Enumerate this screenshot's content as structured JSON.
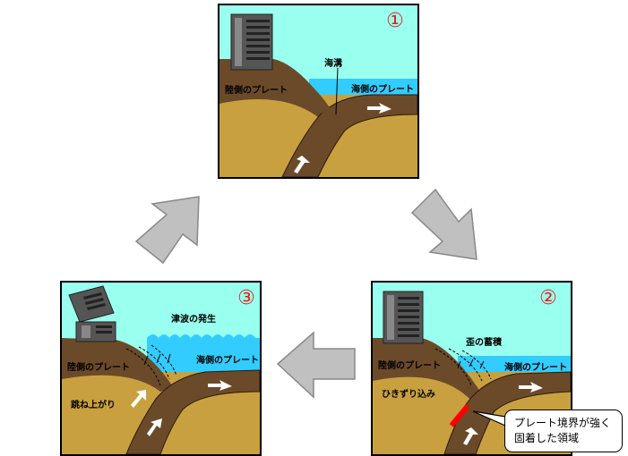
{
  "panels": [
    {
      "number": "①",
      "labels": {
        "land_plate": "陸側のプレート",
        "sea_plate": "海側のプレート",
        "trench": "海溝"
      }
    },
    {
      "number": "②",
      "labels": {
        "land_plate": "陸側のプレート",
        "sea_plate": "海側のプレート",
        "strain": "歪の蓄積",
        "drag": "ひきずり込み"
      }
    },
    {
      "number": "③",
      "labels": {
        "land_plate": "陸側のプレート",
        "sea_plate": "海側のプレート",
        "tsunami": "津波の発生",
        "rebound": "跳ね上がり"
      }
    }
  ],
  "callout": {
    "line1": "プレート境界が強く",
    "line2": "固着した領域"
  },
  "colors": {
    "sky": "#99ffee",
    "sea": "#33ccff",
    "plate": "#6b4a2a",
    "ground": "#c9a040",
    "number_red": "#e0201a",
    "fault_red": "#ff0000",
    "arrow_gray": "#c0c0c0"
  }
}
